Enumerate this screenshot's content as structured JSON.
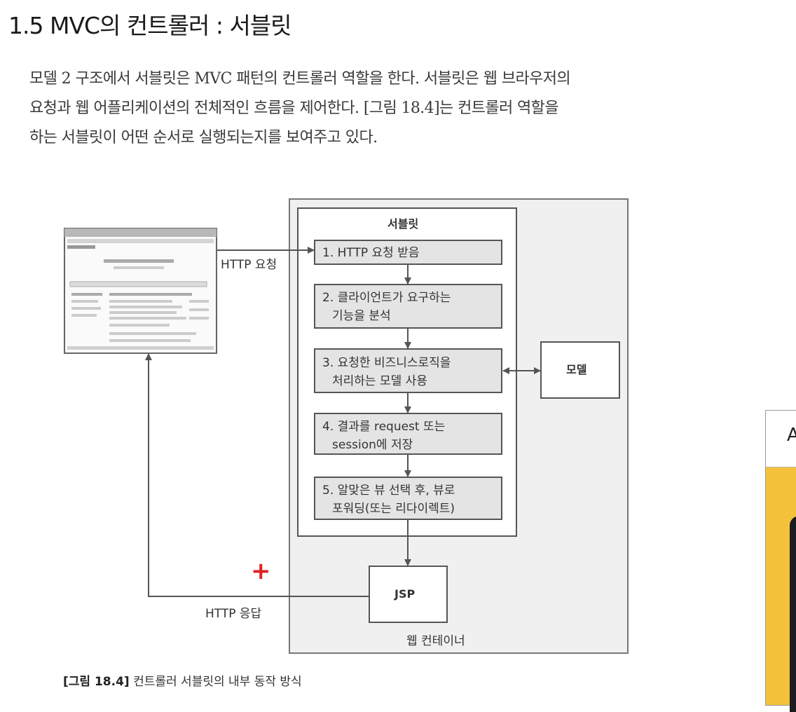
{
  "section_title": "1.5 MVC의 컨트롤러 : 서블릿",
  "paragraph": {
    "lines": [
      "모델 2 구조에서 서블릿은 MVC 패턴의 컨트롤러 역할을 한다. 서블릿은 웹 브라우저의",
      "요청과 웹 어플리케이션의 전체적인 흐름을 제어한다. [그림 18.4]는 컨트롤러 역할을",
      "하는 서블릿이 어떤 순서로 실행되는지를 보여주고 있다."
    ]
  },
  "diagram": {
    "container_label": "웹 컨테이너",
    "servlet_label": "서블릿",
    "steps": [
      {
        "line1": "1. HTTP 요청 받음",
        "line2": ""
      },
      {
        "line1": "2. 클라이언트가 요구하는",
        "line2": "기능을 분석"
      },
      {
        "line1": "3. 요청한 비즈니스로직을",
        "line2": "처리하는 모델 사용"
      },
      {
        "line1": "4. 결과를 request 또는",
        "line2": "session에 저장"
      },
      {
        "line1": "5. 알맞은 뷰 선택 후, 뷰로",
        "line2": "포워딩(또는 리다이렉트)"
      }
    ],
    "model_label": "모델",
    "jsp_label": "JSP",
    "request_label": "HTTP 요청",
    "response_label": "HTTP 응답",
    "plus_mark": "+",
    "plus_color": "#e02020"
  },
  "caption": {
    "number": "[그림 18.4]",
    "text": " 컨트롤러 서블릿의 내부 동작 방식"
  },
  "side_card": {
    "letter": "A",
    "accent_color": "#f3c13a"
  }
}
